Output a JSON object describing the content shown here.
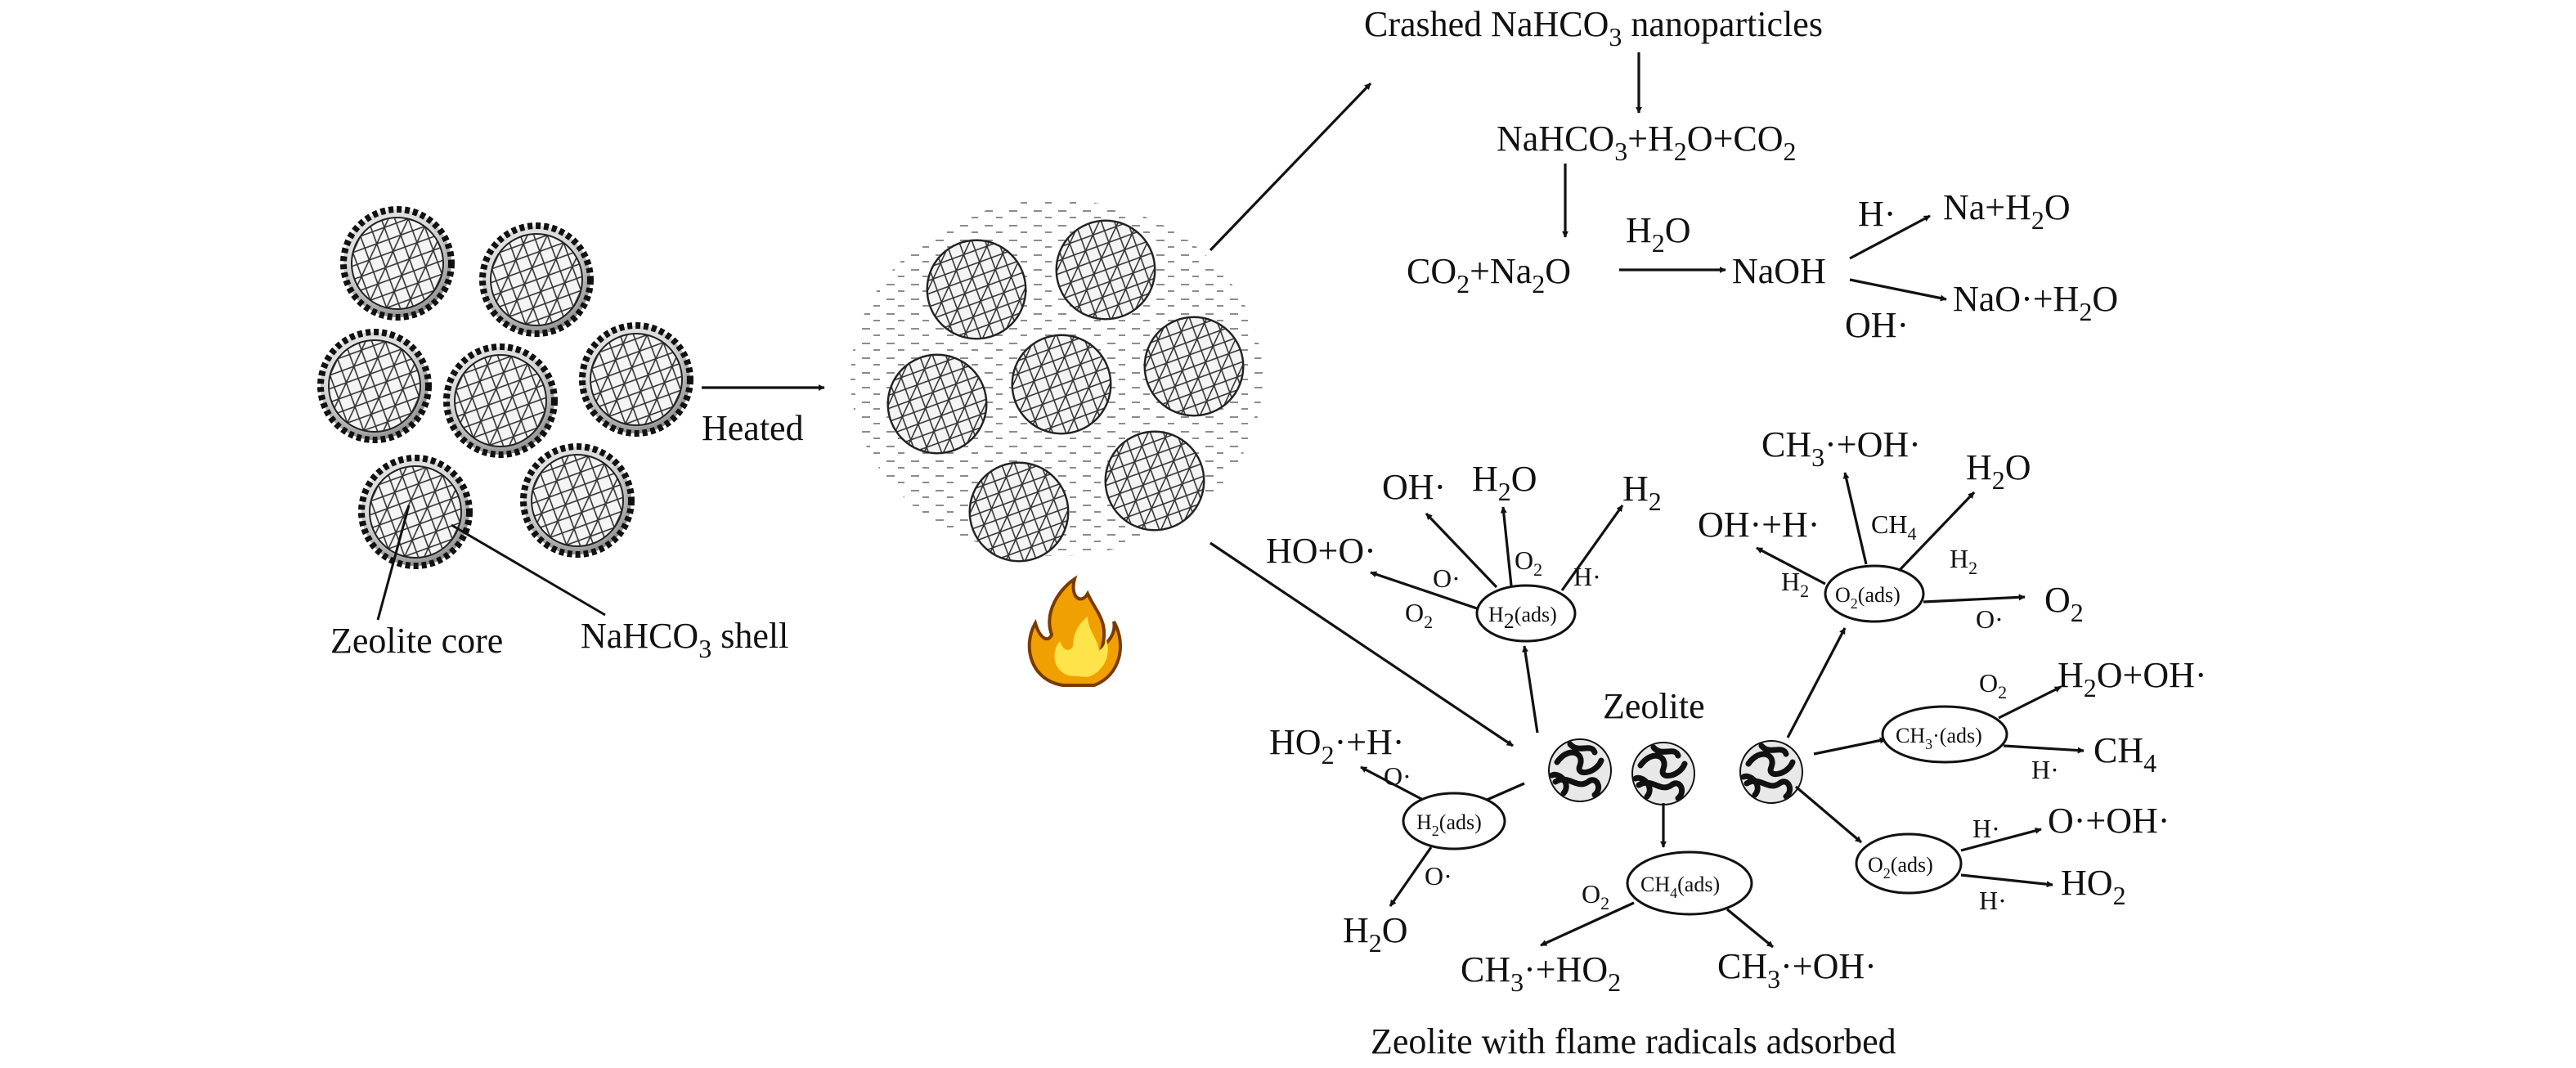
{
  "colors": {
    "ink": "#111111",
    "flame_outer": "#f0a000",
    "flame_inner": "#ffe34a",
    "flame_edge": "#7a3b00"
  },
  "icons": [
    "zeolite-nahco3-particle-icon",
    "decomposing-particle-icon",
    "flame-icon",
    "zeolite-fragment-icon"
  ],
  "left": {
    "zeolite_core": "Zeolite core",
    "shell": "NaHCO",
    "shell_sub": "3",
    "shell_tail": " shell"
  },
  "heated": "Heated",
  "top": {
    "crashed_a": "Crashed NaHCO",
    "crashed_sub": "3",
    "crashed_b": " nanoparticles",
    "decomp": [
      "NaHCO",
      "3",
      "+H",
      "2",
      "O+CO",
      "2"
    ],
    "co2na2o": [
      "CO",
      "2",
      "+Na",
      "2",
      "O"
    ],
    "h2o_above": [
      "H",
      "2",
      "O"
    ],
    "naoh": "NaOH",
    "h_radical": "H·",
    "na_h2o": [
      "Na+H",
      "2",
      "O"
    ],
    "oh_radical": "OH·",
    "nao_h2o": [
      "NaO·+H",
      "2",
      "O"
    ]
  },
  "bottom": {
    "zeolite": "Zeolite",
    "caption": "Zeolite with flame radicals adsorbed",
    "h2ads_sites": [
      "H",
      "2",
      "(ads)"
    ],
    "o2ads_sites": [
      "O",
      "2",
      "(ads)"
    ],
    "ch4ads": [
      "CH",
      "4",
      "(ads)"
    ],
    "ch3ads": [
      "CH",
      "3",
      "·(ads)"
    ],
    "upper_left": {
      "oh": "OH·",
      "h2o": [
        "H",
        "2",
        "O"
      ],
      "h2": [
        "H",
        "2"
      ],
      "ho_o": "HO+O·",
      "o_small": "O·",
      "o2_small": [
        "O",
        "2"
      ],
      "o2_small2": [
        "O",
        "2"
      ],
      "h_small": "H·"
    },
    "upper_right": {
      "ch3_oh": [
        "CH",
        "3",
        "·+OH·"
      ],
      "h2o": [
        "H",
        "2",
        "O"
      ],
      "oh_h": "OH·+H·",
      "ch4_small": [
        "CH",
        "4"
      ],
      "h2_small_l": [
        "H",
        "2"
      ],
      "h2_small_r": [
        "H",
        "2"
      ],
      "o2": [
        "O",
        "2"
      ],
      "o_small": "O·"
    },
    "right": {
      "o2_small": [
        "O",
        "2"
      ],
      "h2o_oh": [
        "H",
        "2",
        "O+OH·"
      ],
      "h_small": "H·",
      "ch4": [
        "CH",
        "4"
      ],
      "h_small2": "H·",
      "o_oh": "O·+OH·",
      "h_small3": "H·",
      "ho2": [
        "HO",
        "2"
      ]
    },
    "lower_left": {
      "ho2_h": [
        "HO",
        "2",
        "·+H·"
      ],
      "o_small": "O·",
      "o_small2": "O·",
      "h2o": [
        "H",
        "2",
        "O"
      ]
    },
    "lower_mid": {
      "o2_small": [
        "O",
        "2"
      ],
      "ch3_ho2": [
        "CH",
        "3",
        "·+HO",
        "2"
      ],
      "ch3_oh": [
        "CH",
        "3",
        "·+OH·"
      ]
    }
  }
}
